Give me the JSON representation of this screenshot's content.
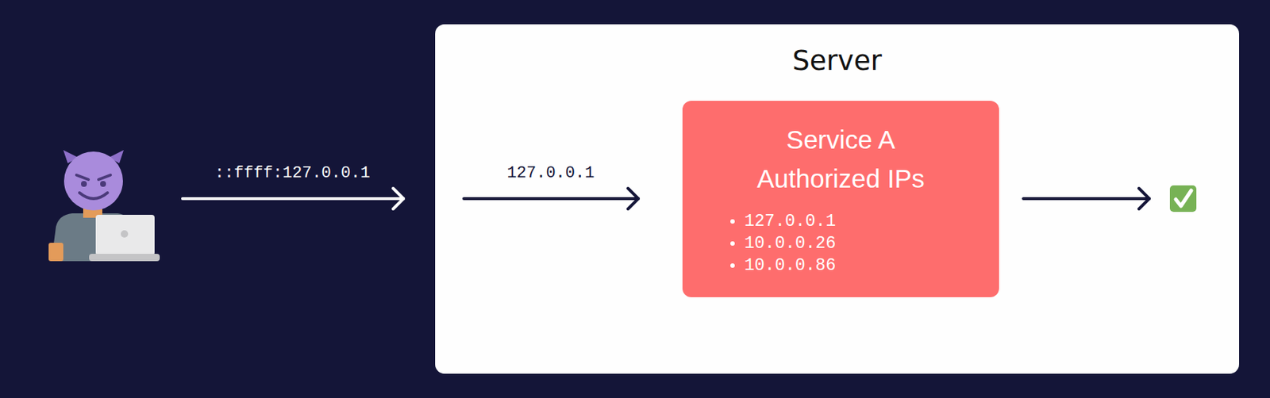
{
  "diagram": {
    "nodes": [
      {
        "text": [
          "Server"
        ]
      },
      {
        "text": [
          "Service A Authorized IPs",
          "127.0.0.1",
          "10.0.0.26",
          "10.0.0.86"
        ],
        "in": 0
      }
    ],
    "labels": [
      "::ffff:127.0.0.1",
      "127.0.0.1"
    ]
  }
}
